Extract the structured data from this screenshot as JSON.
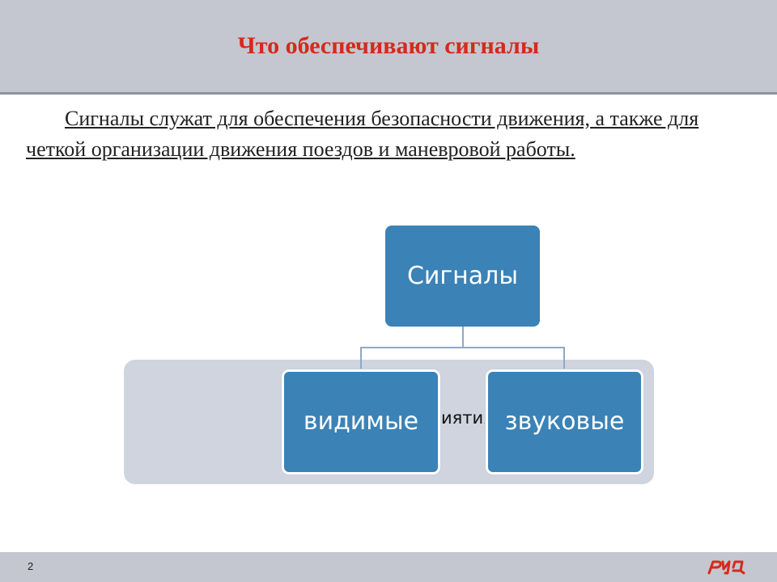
{
  "slide": {
    "title": "Что обеспечивают сигналы",
    "text": "Сигналы служат для обеспечения безопасности движения, а также для четкой организации движения поездов и маневровой работы.",
    "page_number": "2",
    "logo_text": "РЖД"
  },
  "diagram": {
    "root": "Сигналы",
    "group_label": "По способу восприятия",
    "children": [
      "видимые",
      "звуковые"
    ]
  },
  "colors": {
    "title": "#d42a1c",
    "node": "#3b82b6",
    "header_bg": "#c4c7cf",
    "group_bg": "#d0d4df"
  }
}
